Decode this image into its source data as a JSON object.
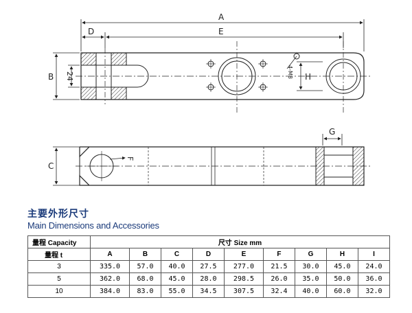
{
  "drawing": {
    "labels": {
      "A": "A",
      "B": "B",
      "C": "C",
      "D": "D",
      "E": "E",
      "F": "F",
      "G": "G",
      "H": "H",
      "dim24": "24",
      "thread": "4-M8"
    }
  },
  "titles": {
    "cn": "主要外形尺寸",
    "en": "Main Dimensions and Accessories"
  },
  "table": {
    "capacity_header": "量程 Capacity",
    "size_header": "尺寸 Size mm",
    "unit_label": "量程 t",
    "columns": [
      "A",
      "B",
      "C",
      "D",
      "E",
      "F",
      "G",
      "H",
      "I"
    ],
    "rows": [
      {
        "capacity": "3",
        "values": [
          "335.0",
          "57.0",
          "40.0",
          "27.5",
          "277.0",
          "21.5",
          "30.0",
          "45.0",
          "24.0"
        ]
      },
      {
        "capacity": "5",
        "values": [
          "362.0",
          "68.0",
          "45.0",
          "28.0",
          "298.5",
          "26.0",
          "35.0",
          "50.0",
          "36.0"
        ]
      },
      {
        "capacity": "10",
        "values": [
          "384.0",
          "83.0",
          "55.0",
          "34.5",
          "307.5",
          "32.4",
          "40.0",
          "60.0",
          "32.0"
        ]
      }
    ]
  }
}
